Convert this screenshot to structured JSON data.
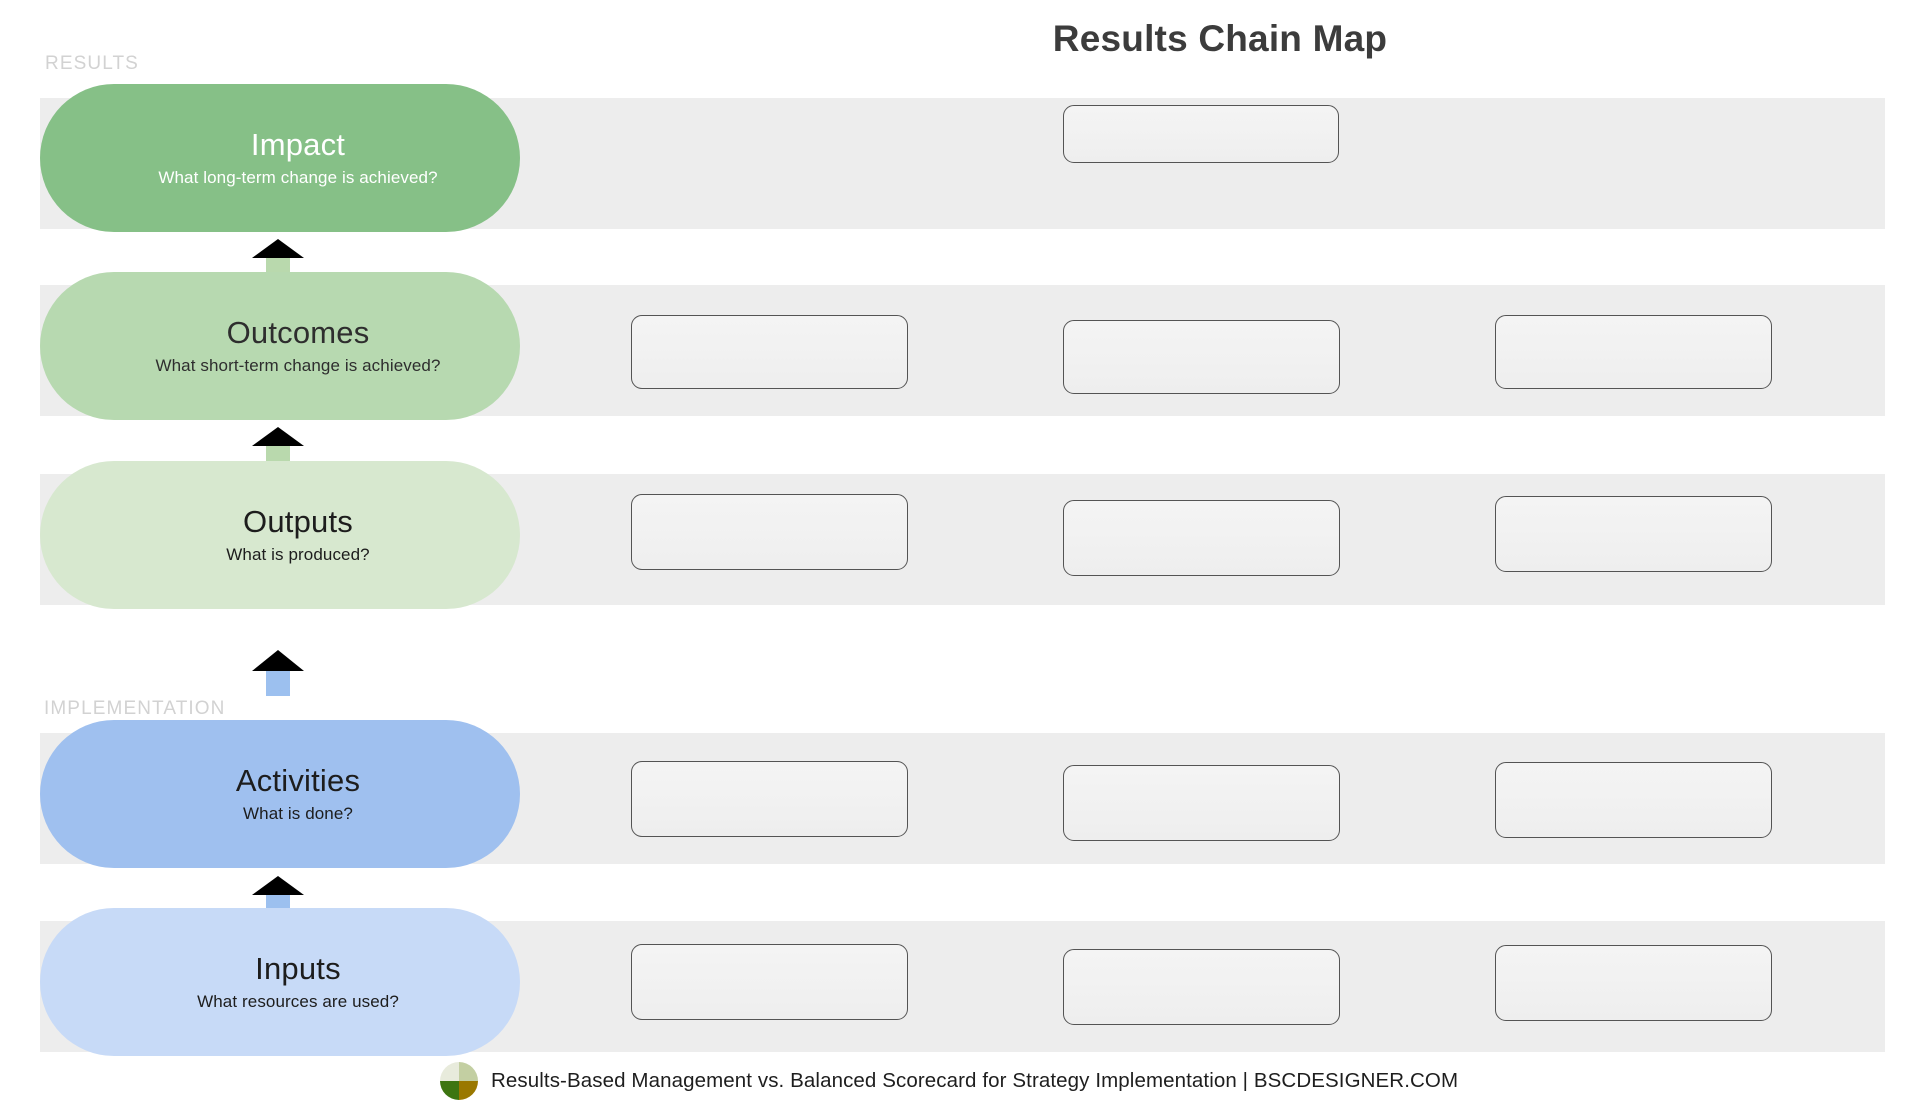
{
  "page": {
    "title": "Results Chain Map",
    "background_color": "#ffffff",
    "band_color": "#ededed"
  },
  "sections": [
    {
      "key": "results",
      "label": "RESULTS",
      "color": "#d2d2d2"
    },
    {
      "key": "implementation",
      "label": "IMPLEMENTATION",
      "color": "#d2d2d2"
    }
  ],
  "stages": [
    {
      "key": "impact",
      "title": "Impact",
      "question": "What long-term change is achieved?",
      "fill": "#86c087",
      "text_color": "#ffffff",
      "section": "RESULTS",
      "slots": 1
    },
    {
      "key": "outcomes",
      "title": "Outcomes",
      "question": "What short-term change is achieved?",
      "fill": "#b7d9b0",
      "text_color": "#2e2e2e",
      "section": "RESULTS",
      "slots": 3
    },
    {
      "key": "outputs",
      "title": "Outputs",
      "question": "What is produced?",
      "fill": "#d7e8cf",
      "text_color": "#1d1d1d",
      "section": "RESULTS",
      "slots": 3
    },
    {
      "key": "activities",
      "title": "Activities",
      "question": "What is done?",
      "fill": "#9fc0ef",
      "text_color": "#1d1d1d",
      "section": "IMPLEMENTATION",
      "slots": 3
    },
    {
      "key": "inputs",
      "title": "Inputs",
      "question": "What resources are used?",
      "fill": "#c7daf7",
      "text_color": "#1d1d1d",
      "section": "IMPLEMENTATION",
      "slots": 3
    }
  ],
  "arrows": [
    {
      "key": "outcomes-to-impact",
      "from": "Outcomes",
      "to": "Impact",
      "direction": "up",
      "color": "#b9d9ad"
    },
    {
      "key": "outputs-to-outcomes",
      "from": "Outputs",
      "to": "Outcomes",
      "direction": "up",
      "color": "#b9d9ad"
    },
    {
      "key": "activities-to-outputs",
      "from": "Activities",
      "to": "Outputs",
      "direction": "up",
      "color": "#9cc0ef"
    },
    {
      "key": "inputs-to-activities",
      "from": "Inputs",
      "to": "Activities",
      "direction": "up",
      "color": "#9cc0ef"
    }
  ],
  "slots": {
    "placeholder_text": "",
    "border_color": "#545454",
    "fill_color": "#f1f1f1"
  },
  "footer": {
    "text": "Results-Based Management vs. Balanced Scorecard for Strategy Implementation | BSCDESIGNER.COM",
    "logo": {
      "name": "bscdesigner-logo",
      "quadrant_top_left": "#e8ebdc",
      "quadrant_top_right": "#c3cfa2",
      "quadrant_bottom_left": "#3d7511",
      "quadrant_bottom_right": "#9a7800"
    }
  }
}
